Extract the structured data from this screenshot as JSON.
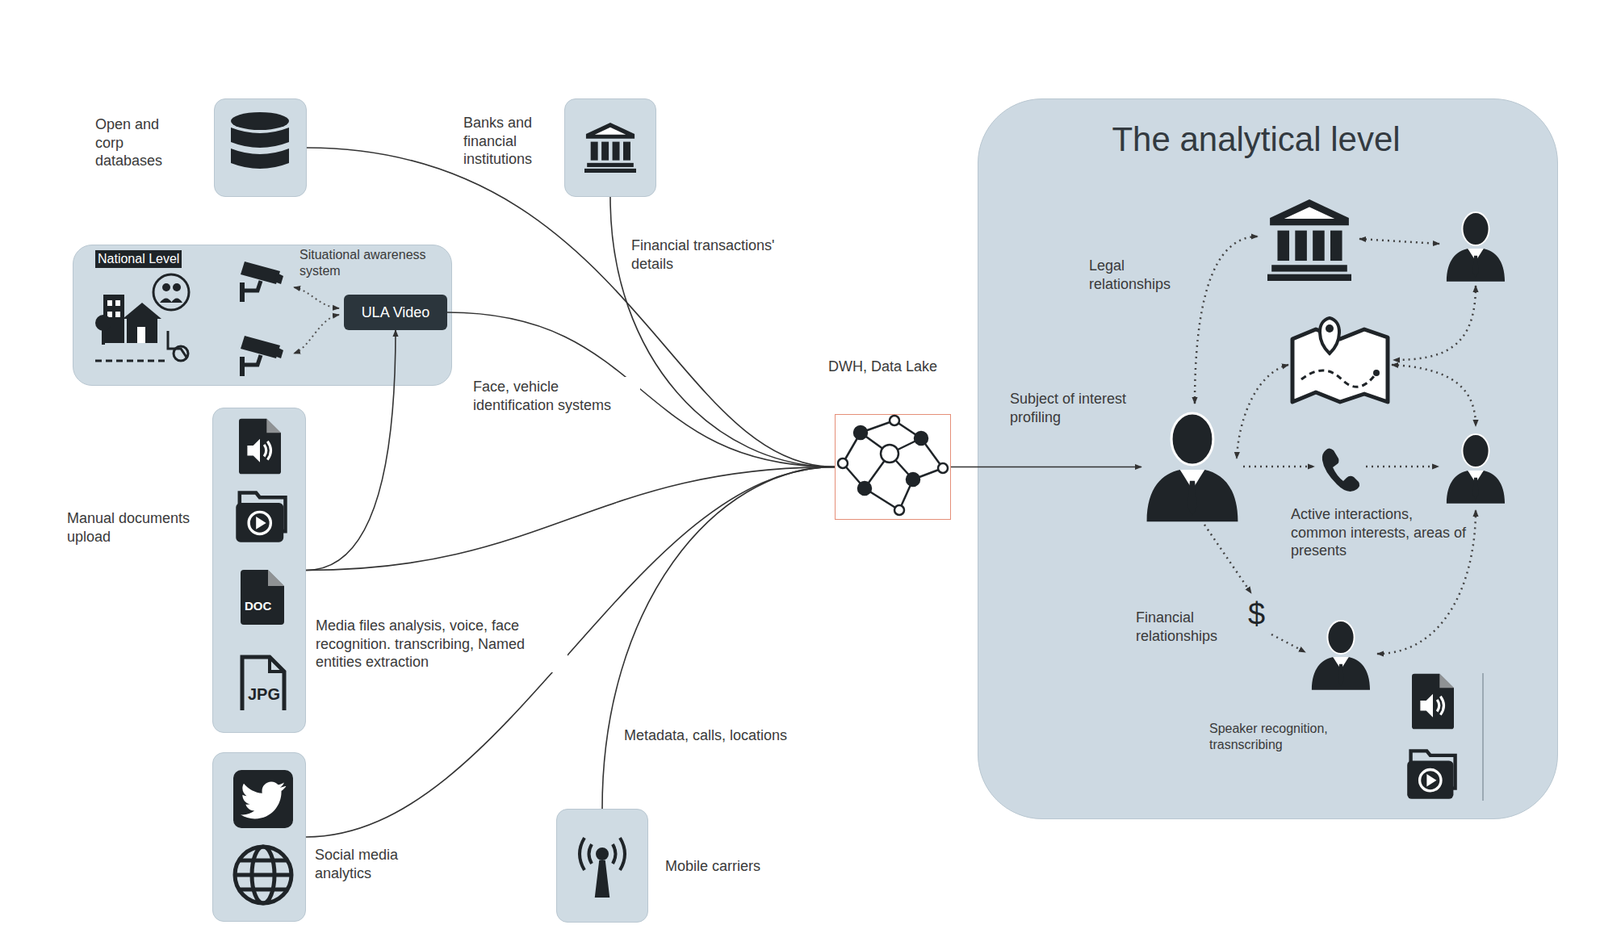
{
  "diagram": {
    "nodes": [
      {
        "text": [
          "Open and corp databases"
        ]
      },
      {
        "text": [
          "Banks and financial institutions"
        ]
      },
      {
        "text": [
          "National Level"
        ]
      },
      {
        "text": [
          "ULA Video"
        ],
        "in": 2
      },
      {
        "text": [
          "Manual documents upload"
        ]
      },
      {
        "text": [
          "Social media analytics"
        ]
      },
      {
        "text": [
          "Mobile carriers"
        ]
      },
      {
        "text": [
          "DWH, Data Lake"
        ]
      },
      {
        "text": [
          "The analytical level"
        ]
      }
    ],
    "edges": [
      {
        "from": 0,
        "to": 7,
        "arrow": "none"
      },
      {
        "from": 1,
        "to": 7,
        "label": "Financial transactions' details",
        "arrow": "none"
      },
      {
        "from": 3,
        "to": 7,
        "label": "Face, vehicle identification systems",
        "arrow": "none"
      },
      {
        "from": 4,
        "to": 3,
        "arrow": "to"
      },
      {
        "from": 4,
        "to": 7,
        "label": "Media files analysis, voice, face recognition. transcribing, Named entities extraction",
        "arrow": "none"
      },
      {
        "from": 5,
        "to": 7,
        "arrow": "none"
      },
      {
        "from": 6,
        "to": 7,
        "label": "Metadata, calls, locations",
        "arrow": "none"
      },
      {
        "from": 7,
        "to": 8,
        "label": "Subject of interest profiling",
        "arrow": "to"
      }
    ],
    "labels": [
      "Situational awareness system",
      "DOC",
      "JPG",
      "Legal relationships",
      "Active interactions, common interests, areas of presents",
      "$",
      "Financial relationships",
      "Speaker recognition, trasnscribing"
    ]
  }
}
